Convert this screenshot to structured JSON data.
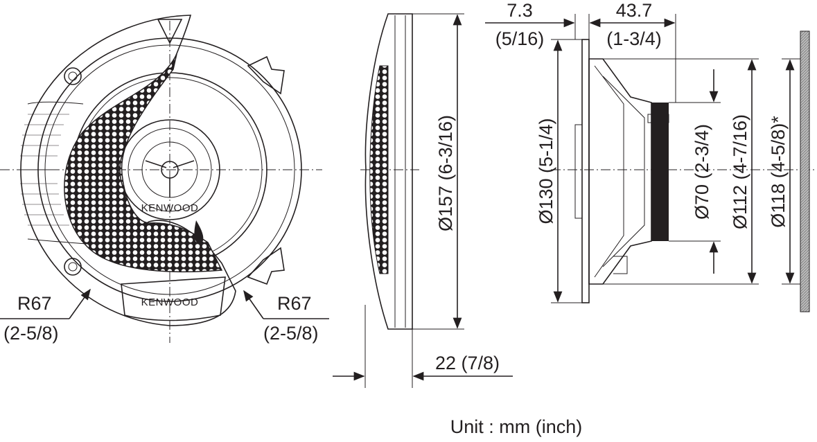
{
  "front_view": {
    "brand_grille": "KENWOOD",
    "brand_tweeter": "KENWOOD",
    "radius_left": "R67",
    "radius_left_inch": "(2-5/8)",
    "radius_right": "R67",
    "radius_right_inch": "(2-5/8)"
  },
  "side_view": {
    "outer_diameter": "Ø157 (6-3/16)",
    "depth": "22 (7/8)"
  },
  "profile_view": {
    "flange_thickness": "7.3",
    "flange_thickness_inch": "(5/16)",
    "mount_depth": "43.7",
    "mount_depth_inch": "(1-3/4)",
    "d130": "Ø130 (5-1/4)",
    "d70": "Ø70 (2-3/4)",
    "d112": "Ø112 (4-7/16)",
    "d118": "Ø118 (4-5/8)*"
  },
  "unit_note": "Unit : mm (inch)"
}
